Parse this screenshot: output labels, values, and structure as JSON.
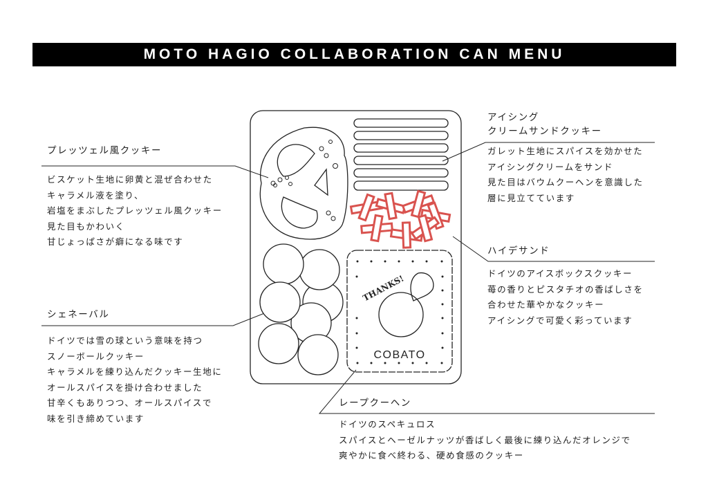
{
  "title": "MOTO HAGIO COLLABORATION CAN MENU",
  "accent_color": "#d9534f",
  "illustration": {
    "cookie_text_top": "THANKS!",
    "cookie_text_bottom": "COBATO"
  },
  "items": [
    {
      "name": "プレッツェル風クッキー",
      "lines": [
        "ビスケット生地に卵黄と混ぜ合わせた",
        "キャラメル液を塗り、",
        "岩塩をまぶしたプレッツェル風クッキー",
        "見た目もかわいく",
        "甘じょっぱさが癖になる味です"
      ]
    },
    {
      "name": "シェネーバル",
      "lines": [
        "ドイツでは雪の球という意味を持つ",
        "スノーボールクッキー",
        "キャラメルを練り込んだクッキー生地に",
        "オールスパイスを掛け合わせました",
        "甘辛くもありつつ、オールスパイスで",
        "味を引き締めています"
      ]
    },
    {
      "name_lines": [
        "アイシング",
        "クリームサンドクッキー"
      ],
      "lines": [
        "ガレット生地にスパイスを効かせた",
        "アイシングクリームをサンド",
        "見た目はバウムクーヘンを意識した",
        "層に見立てています"
      ]
    },
    {
      "name": "ハイデサンド",
      "lines": [
        "ドイツのアイスボックスクッキー",
        "苺の香りとピスタチオの香ばしさを",
        "合わせた華やかなクッキー",
        "アイシングで可愛く彩っています"
      ]
    },
    {
      "name": "レープクーヘン",
      "lines": [
        "ドイツのスペキュロス",
        "スパイスとヘーゼルナッツが香ばしく最後に練り込んだオレンジで",
        "爽やかに食べ終わる、硬め食感のクッキー"
      ]
    }
  ]
}
